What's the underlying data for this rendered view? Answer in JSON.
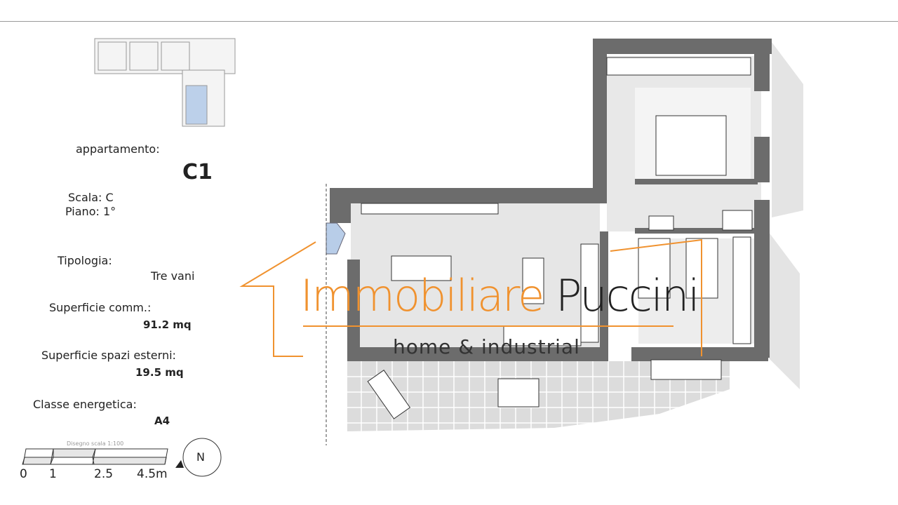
{
  "info": {
    "apartment_label": "appartamento:",
    "apartment_code": "C1",
    "scala": "Scala: C",
    "piano": "Piano: 1°",
    "tipologia_label": "Tipologia:",
    "tipologia_value": "Tre vani",
    "superficie_comm_label": "Superficie comm.:",
    "superficie_comm_value": "91.2 mq",
    "superficie_esterni_label": "Superficie spazi esterni:",
    "superficie_esterni_value": "19.5 mq",
    "classe_label": "Classe energetica:",
    "classe_value": "A4"
  },
  "scale_bar": {
    "caption": "Disegno scala 1:100",
    "ticks": [
      "0",
      "1",
      "2.5",
      "4.5m"
    ]
  },
  "compass": {
    "label": "N"
  },
  "watermark": {
    "brand_first": "Immobiliare",
    "brand_second": "Puccini",
    "tagline": "home & industrial",
    "accent_color": "#f0922f"
  }
}
